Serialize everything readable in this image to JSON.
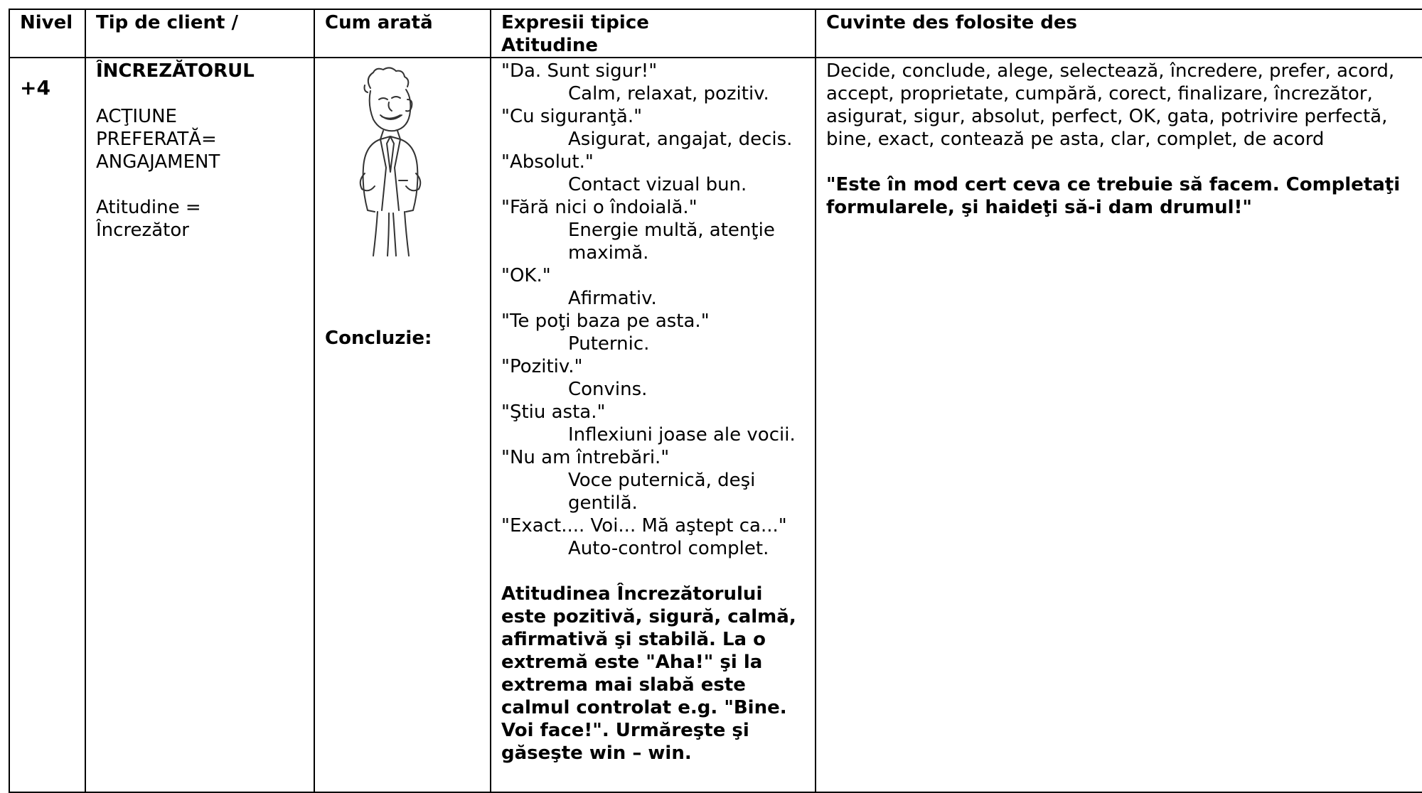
{
  "headers": {
    "nivel": "Nivel",
    "tip": "Tip de client /",
    "cum": "Cum arată",
    "expresii_line1": "Expresii tipice",
    "expresii_line2": "Atitudine",
    "cuvinte": "Cuvinte des folosite des"
  },
  "row": {
    "level": "+4",
    "client_type": "ÎNCREZĂTORUL",
    "action_line1": "ACŢIUNE",
    "action_line2": "PREFERATĂ=",
    "action_line3": "ANGAJAMENT",
    "attitude_line1": "Atitudine =",
    "attitude_line2": "Încrezător",
    "illustration_icon": "confident-man-sketch-icon",
    "conclusion_label": "Concluzie:",
    "expressions": [
      {
        "quote": "\"Da. Sunt sigur!\"",
        "attitude": "Calm, relaxat, pozitiv."
      },
      {
        "quote": "\"Cu siguranţă.\"",
        "attitude": "Asigurat, angajat, decis."
      },
      {
        "quote": "\"Absolut.\"",
        "attitude": "Contact vizual bun."
      },
      {
        "quote": "\"Fără nici o îndoială.\"",
        "attitude": "Energie multă, atenţie maximă."
      },
      {
        "quote": "\"OK.\"",
        "attitude": "Afirmativ."
      },
      {
        "quote": "\"Te poţi baza pe asta.\"",
        "attitude": "Puternic."
      },
      {
        "quote": "\"Pozitiv.\"",
        "attitude": "Convins."
      },
      {
        "quote": "\"Ştiu asta.\"",
        "attitude": "Inflexiuni joase ale vocii."
      },
      {
        "quote": "\"Nu am întrebări.\"",
        "attitude": "Voce puternică, deşi gentilă."
      },
      {
        "quote": "\"Exact.... Voi... Mă aştept ca...\"",
        "attitude": "Auto-control complet."
      }
    ],
    "summary": "Atitudinea Încrezătorului este pozitivă, sigură, calmă, afirmativă şi stabilă. La o extremă este \"Aha!\" şi la extrema mai slabă este calmul controlat e.g. \"Bine. Voi face!\". Urmăreşte şi găseşte win – win.",
    "words": "Decide, conclude, alege, selectează, încredere, prefer, acord, accept, proprietate, cumpără, corect, finalizare, încrezător, asigurat, sigur, absolut, perfect, OK, gata, potrivire perfectă, bine, exact, contează pe asta, clar, complet, de acord",
    "quote_bold": "\"Este în mod cert ceva ce trebuie să facem. Completaţi formularele, şi haideţi să-i dam drumul!\""
  }
}
